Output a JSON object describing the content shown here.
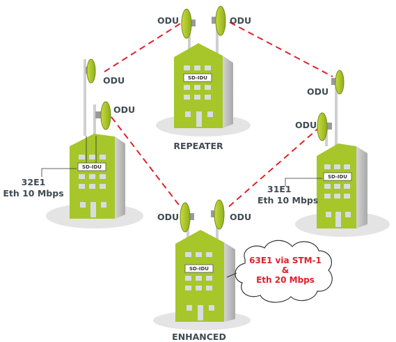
{
  "nodes": {
    "repeater": {
      "caption": "REPEATER",
      "idu": "SD-IDU",
      "odu_left": "ODU",
      "odu_right": "ODU"
    },
    "left": {
      "idu": "SD-IDU",
      "odu_top": "ODU",
      "odu_bottom": "ODU",
      "capacity_line1": "32E1",
      "capacity_line2": "Eth 10 Mbps"
    },
    "right": {
      "idu": "SD-IDU",
      "odu_top": "ODU",
      "odu_bottom": "ODU",
      "capacity_line1": "31E1",
      "capacity_line2": "Eth 10 Mbps"
    },
    "enhanced": {
      "caption": "ENHANCED",
      "idu": "SD-IDU",
      "odu_left": "ODU",
      "odu_right": "ODU",
      "cloud_line1": "63E1 via STM-1",
      "cloud_line2": "&",
      "cloud_line3": "Eth 20 Mbps"
    }
  },
  "colors": {
    "building": "#a6c62a",
    "building_side": "#c9c9c9",
    "link": "#e0202a",
    "label": "#3f4b52",
    "window": "#d6dde0",
    "shadow": "#e4e4e4"
  }
}
